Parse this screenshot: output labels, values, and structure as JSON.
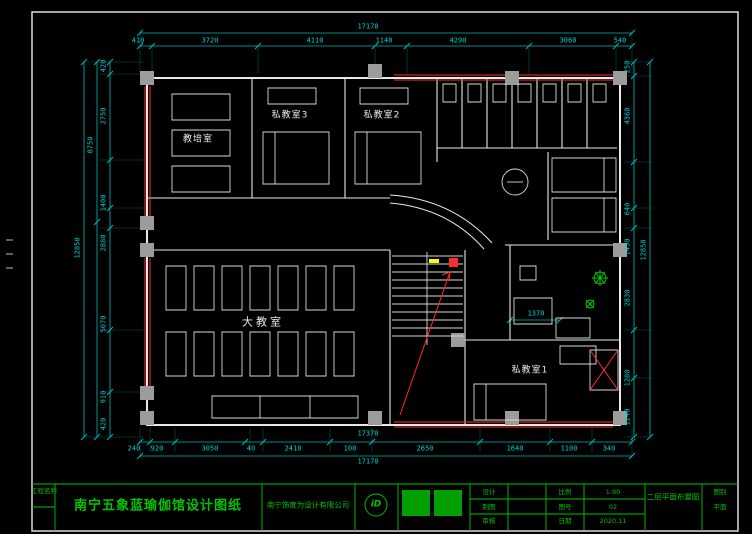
{
  "colors": {
    "dimension": "#00d2d2",
    "wall": "#e8e8e8",
    "highlight_red": "#ff2b2b",
    "title_green": "#00c300",
    "column_gray": "#9c9c9c"
  },
  "rooms": {
    "training_room": "教培室",
    "private_room_3": "私教室3",
    "private_room_2": "私教室2",
    "main_classroom": "大教室",
    "private_room_1": "私教室1"
  },
  "dims": {
    "top_total": "17170",
    "top_segments": [
      "410",
      "3720",
      "4110",
      "1140",
      "4290",
      "3060",
      "540"
    ],
    "bottom_subtotal": "17370",
    "bottom_segments": [
      "240",
      "920",
      "3050",
      "40",
      "2410",
      "100",
      "2650",
      "1640",
      "1100",
      "340"
    ],
    "bottom_total": "17170",
    "left_total": "12850",
    "left_subtotal": "8750",
    "left_segments": [
      "420",
      "2750",
      "1400",
      "2880",
      "5070",
      "910",
      "420"
    ],
    "right_total": "12850",
    "right_segments": [
      "250",
      "4360",
      "640",
      "1450",
      "2830",
      "1280",
      "1240"
    ],
    "inner_reception": "1370"
  },
  "title_block": {
    "project_label": "工程名称",
    "project_title": "南宁五象蓝瑜伽馆设计图纸",
    "company": "南宁饰度为设计有限公司",
    "logo_text": "iD",
    "rows": [
      {
        "label": "设计",
        "value": "",
        "label2": "比例",
        "value2": "1:90"
      },
      {
        "label": "制图",
        "value": "",
        "label2": "图号",
        "value2": "02"
      },
      {
        "label": "审核",
        "value": "",
        "label2": "日期",
        "value2": "2020.11"
      }
    ],
    "drawing_name": "二层平面布置图",
    "sheet_type_label": "图别",
    "sheet_type_value": "平面"
  }
}
